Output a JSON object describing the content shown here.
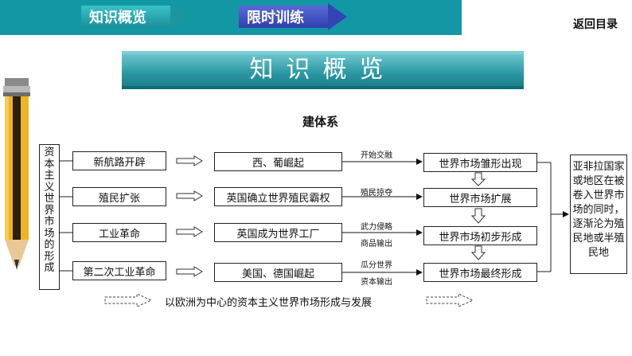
{
  "nav": {
    "item1": "知识概览",
    "item2": "限时训练",
    "back": "返回目录"
  },
  "banner": {
    "title": "知识概览"
  },
  "subtitle": "建体系",
  "left_vertical": "资本主义世界市场的形成",
  "col1": [
    "新航路开辟",
    "殖民扩张",
    "工业革命",
    "第二次工业革命"
  ],
  "col2": [
    "西、葡崛起",
    "英国确立世界殖民霸权",
    "英国成为世界工厂",
    "美国、德国崛起"
  ],
  "col3": [
    "世界市场雏形出现",
    "世界市场扩展",
    "世界市场初步形成",
    "世界市场最终形成"
  ],
  "arrow_labels": {
    "a1": "开始交融",
    "a2": "殖民掠夺",
    "a3_line1": "武力侵略",
    "a3_line2": "商品输出",
    "a4_line1": "瓜分世界",
    "a4_line2": "资本输出"
  },
  "right_box": "亚非拉国家或地区在被卷入世界市场的同时，逐渐沦为殖民地或半殖民地",
  "legend": "以欧洲为中心的资本主义世界市场形成与发展",
  "colors": {
    "teal": "#1297a5",
    "nav1": "#2aa9b3",
    "nav2": "#3a4ac0"
  }
}
